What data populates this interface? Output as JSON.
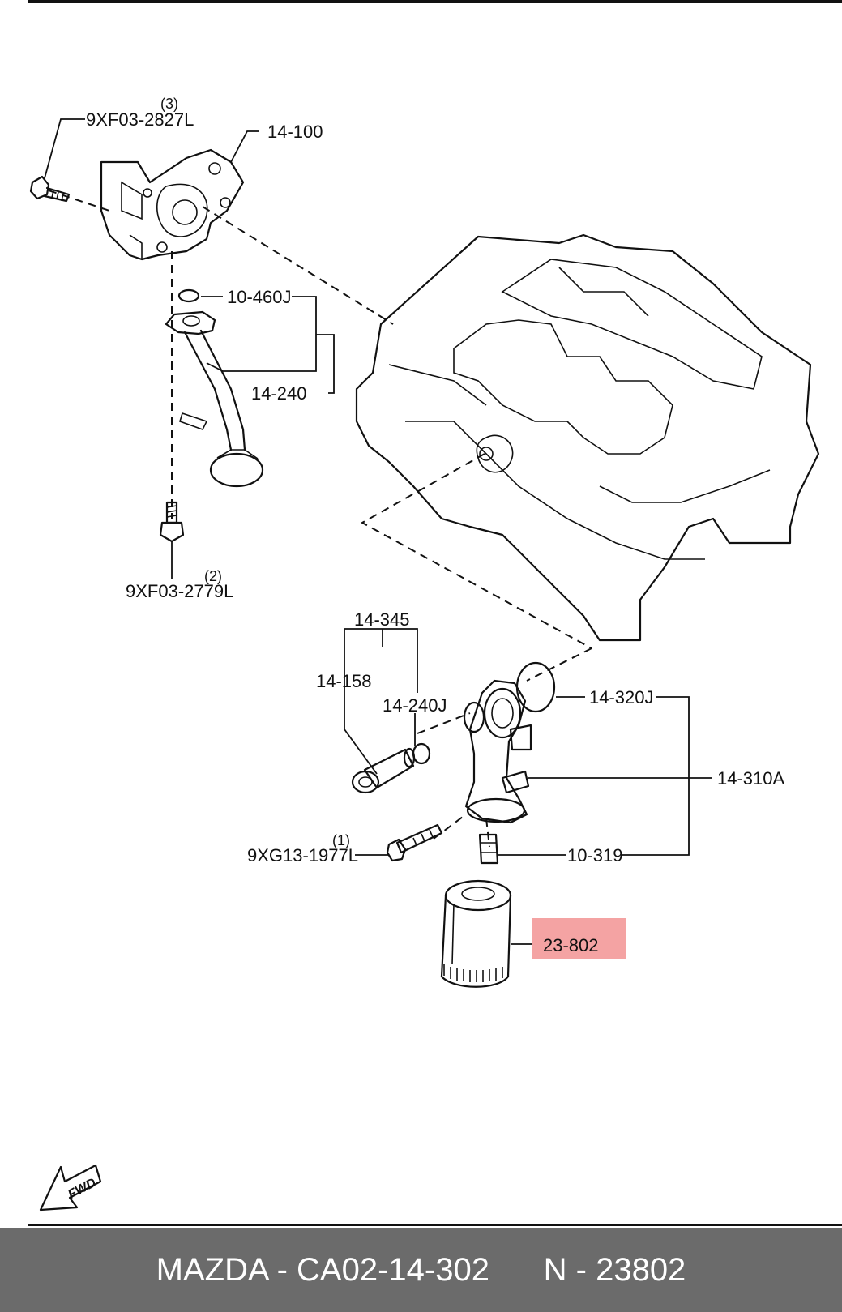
{
  "diagram": {
    "labels": {
      "bolt_top_qty": "(3)",
      "bolt_top": "9XF03-2827L",
      "oil_pump": "14-100",
      "oil_pump_gasket": "10-460J",
      "strainer": "14-240",
      "bolt_mid_qty": "(2)",
      "bolt_mid": "9XF03-2779L",
      "relief_assy": "14-345",
      "relief_valve": "14-158",
      "relief_oring": "14-240J",
      "filter_body_oring": "14-320J",
      "filter_body": "14-310A",
      "bolt_low_qty": "(1)",
      "bolt_low": "9XG13-1977L",
      "filter_nipple": "10-319",
      "oil_filter": "23-802"
    },
    "fwd_badge": "FWD",
    "highlight_color": "#f4a3a3"
  },
  "footer": {
    "brand_part": "MAZDA - CA02-14-302",
    "alt_part": "N - 23802"
  }
}
